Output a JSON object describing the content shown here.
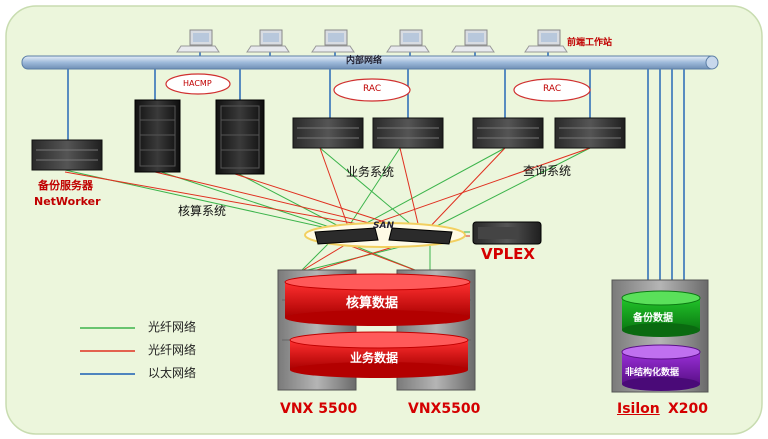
{
  "network": {
    "bus_label": "内部网络",
    "workstation_label": "前端工作站"
  },
  "clusters": {
    "hacmp": "HACMP",
    "rac_left": "RAC",
    "rac_right": "RAC"
  },
  "systems": {
    "backup_line1": "备份服务器",
    "backup_line2": "NetWorker",
    "accounting": "核算系统",
    "business": "业务系统",
    "query": "查询系统"
  },
  "san": {
    "label": "SAN",
    "vplex": "VPLEX"
  },
  "storage": {
    "accounting_data": "核算数据",
    "business_data": "业务数据",
    "vnx_left": "VNX 5500",
    "vnx_right": "VNX5500",
    "isilon_brand": "Isilon",
    "isilon_model": "X200",
    "backup_data": "备份数据",
    "unstructured_data": "非结构化数据"
  },
  "legend": [
    {
      "label": "光纤网络",
      "color": "#3cb44b"
    },
    {
      "label": "光纤网络",
      "color": "#e03020"
    },
    {
      "label": "以太网络",
      "color": "#1a5fb4"
    }
  ],
  "colors": {
    "background": "#ecf6dc",
    "bus": "#9bb8d8",
    "fc_green": "#3cb44b",
    "fc_red": "#e03020",
    "ethernet": "#1a5fb4",
    "accent_red": "#d40000"
  }
}
